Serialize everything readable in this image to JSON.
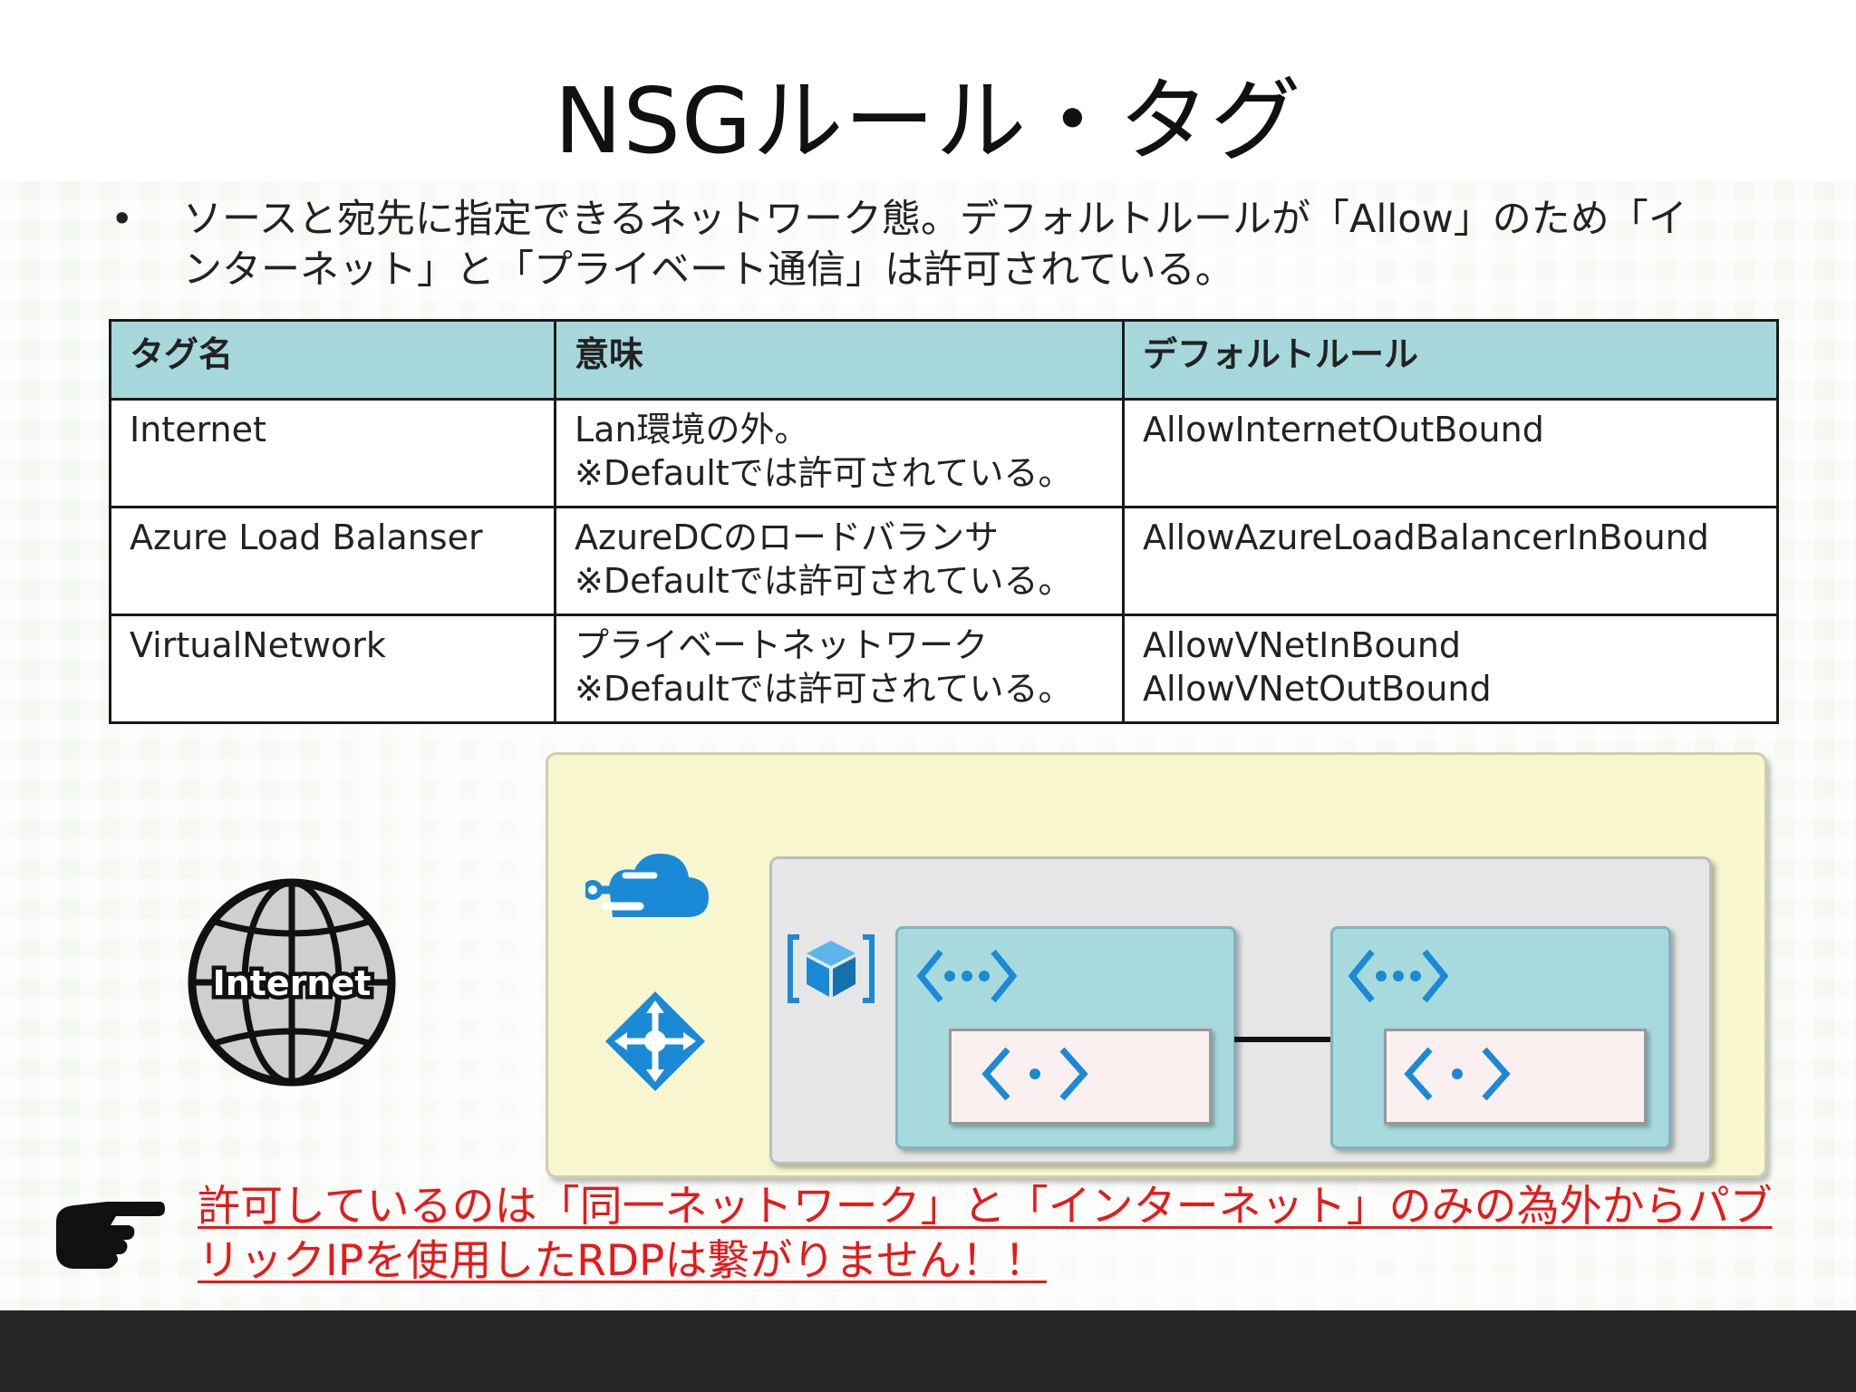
{
  "slide": {
    "title": "NSGルール・タグ",
    "bullet_marker": "•",
    "bullet_lines": [
      "ソースと宛先に指定できるネットワーク態。デフォルトルールが「Allow」のため「イ",
      "ンターネット」と「プライベート通信」は許可されている。"
    ]
  },
  "table": {
    "headers": [
      "タグ名",
      "意味",
      "デフォルトルール"
    ],
    "rows": [
      {
        "tag": "Internet",
        "meaning": [
          "Lan環境の外。",
          "※Defaultでは許可されている。"
        ],
        "rules": [
          "AllowInternetOutBound"
        ]
      },
      {
        "tag": "Azure Load Balanser",
        "meaning": [
          "AzureDCのロードバランサ",
          "※Defaultでは許可されている。"
        ],
        "rules": [
          "AllowAzureLoadBalancerInBound"
        ]
      },
      {
        "tag": "VirtualNetwork",
        "meaning": [
          "プライベートネットワーク",
          "※Defaultでは許可されている。"
        ],
        "rules": [
          "AllowVNetInBound",
          "AllowVNetOutBound"
        ]
      }
    ]
  },
  "diagram": {
    "internet_label": "Internet",
    "icons": [
      "globe-icon",
      "azure-cloud-icon",
      "load-balancer-icon",
      "virtual-network-cube-icon",
      "subnet-icon",
      "network-interface-icon",
      "pointing-hand-icon"
    ],
    "colors": {
      "outer_box": "#f7f6cf",
      "subnet": "#a8dadd",
      "nic": "#fbf0f0",
      "azure_blue": "#1b8ad6",
      "note_red": "#e31b1b"
    }
  },
  "note": {
    "lines": [
      "許可しているのは「同一ネットワーク」と「インターネット」のみの為外からパブ",
      "リックIPを使用したRDPは繋がりません！！"
    ]
  }
}
